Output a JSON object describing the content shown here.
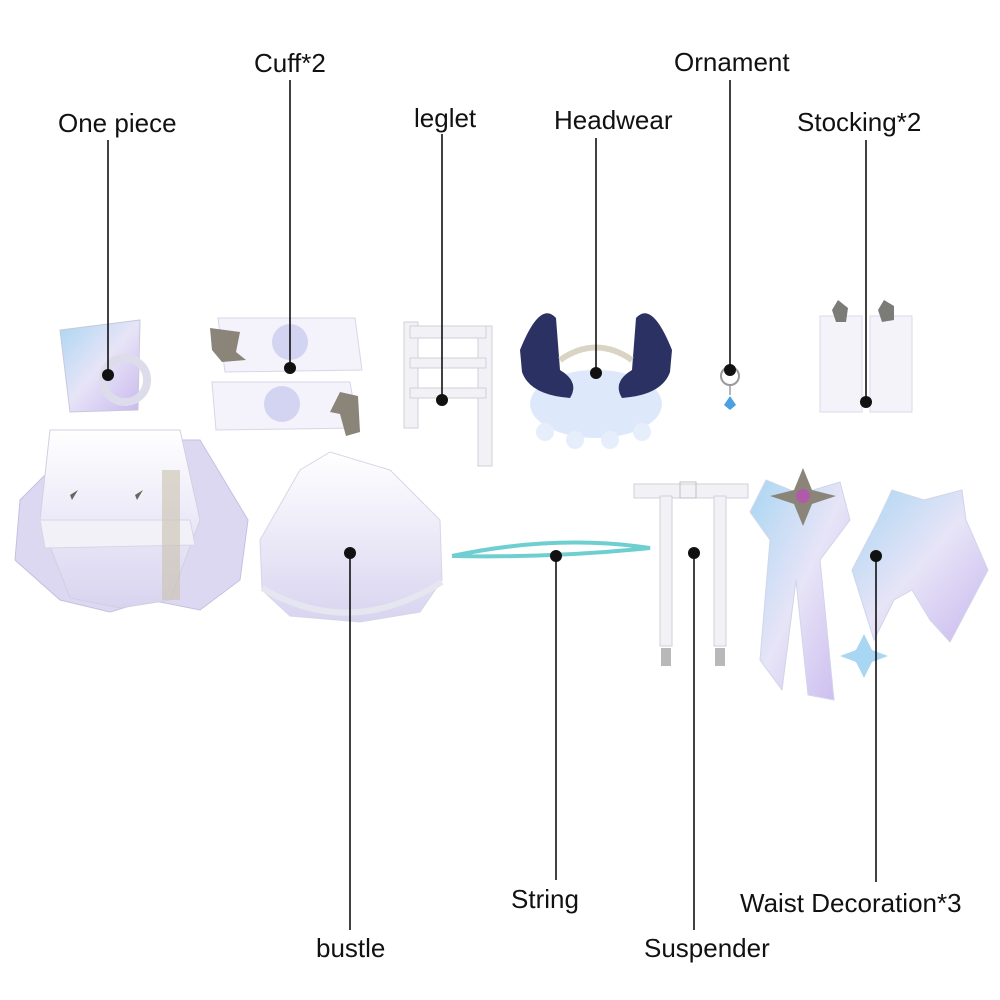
{
  "labels": {
    "one_piece": "One piece",
    "cuff": "Cuff*2",
    "leglet": "leglet",
    "headwear": "Headwear",
    "ornament": "Ornament",
    "stocking": "Stocking*2",
    "bustle": "bustle",
    "string": "String",
    "suspender": "Suspender",
    "waist_decoration": "Waist Decoration*3"
  },
  "colors": {
    "background": "#ffffff",
    "text": "#111111",
    "fabric_white": "#f5f5fa",
    "fabric_lavender": "#d8d4f0",
    "holo_blue": "#a9d6f2",
    "wing_navy": "#2b3263",
    "string_teal": "#6fcfd0",
    "metal_gray": "#8a8578"
  }
}
